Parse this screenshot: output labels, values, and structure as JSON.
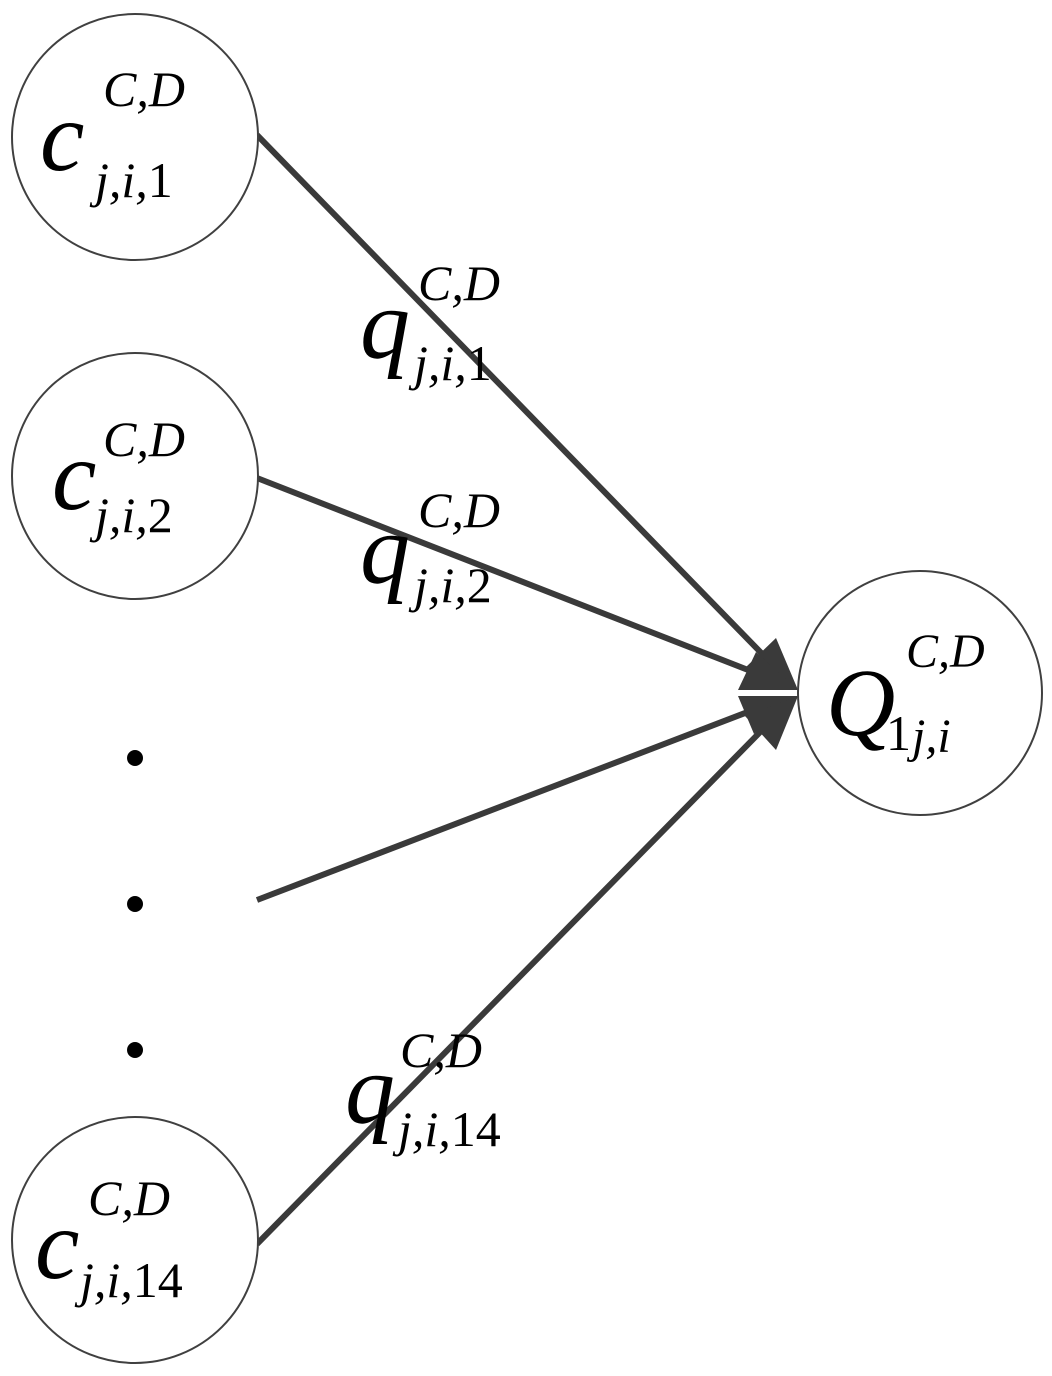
{
  "colors": {
    "node_stroke": "#404040",
    "edge": "#3a3a3a",
    "text": "#000000",
    "background": "#ffffff"
  },
  "nodes": [
    {
      "id": "c1",
      "base": "c",
      "sup": "C,D",
      "sub_italic": "j,i,",
      "sub_num": "1"
    },
    {
      "id": "c2",
      "base": "c",
      "sup": "C,D",
      "sub_italic": "j,i,",
      "sub_num": "2"
    },
    {
      "id": "c14",
      "base": "c",
      "sup": "C,D",
      "sub_italic": "j,i,",
      "sub_num": "14"
    },
    {
      "id": "Q1",
      "base": "Q",
      "sup": "C,D",
      "pre_num": "1",
      "sub_italic": "j,i"
    }
  ],
  "edges": [
    {
      "from": "c1",
      "to": "Q1",
      "label": {
        "base": "q",
        "sup": "C,D",
        "sub_italic": "j,i,",
        "sub_num": "1"
      }
    },
    {
      "from": "c2",
      "to": "Q1",
      "label": {
        "base": "q",
        "sup": "C,D",
        "sub_italic": "j,i,",
        "sub_num": "2"
      }
    },
    {
      "from": "ellipsis",
      "to": "Q1",
      "label": null
    },
    {
      "from": "c14",
      "to": "Q1",
      "label": {
        "base": "q",
        "sup": "C,D",
        "sub_italic": "j,i,",
        "sub_num": "14"
      }
    }
  ],
  "ellipsis_dots": 3
}
